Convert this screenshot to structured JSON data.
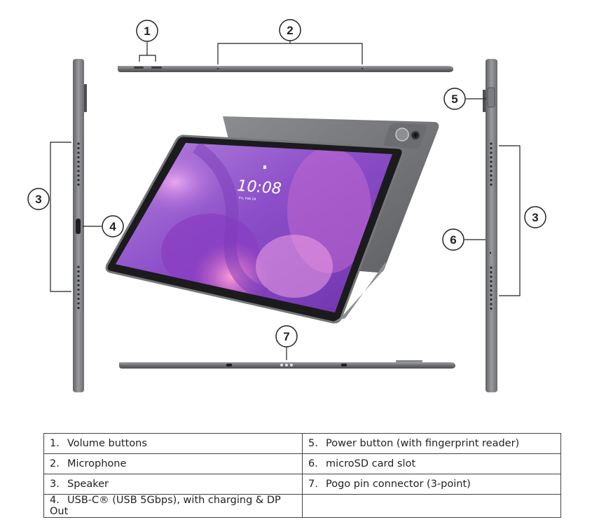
{
  "callouts": [
    "1",
    "2",
    "3",
    "4",
    "5",
    "6",
    "7"
  ],
  "lock_screen": {
    "time": "10:08",
    "date": "Fri, Feb 24"
  },
  "legend": [
    [
      {
        "num": "1.",
        "text": "Volume buttons"
      },
      {
        "num": "5.",
        "text": "Power button (with fingerprint reader)"
      }
    ],
    [
      {
        "num": "2.",
        "text": "Microphone"
      },
      {
        "num": "6.",
        "text": "microSD card slot"
      }
    ],
    [
      {
        "num": "3.",
        "text": "Speaker"
      },
      {
        "num": "7.",
        "text": "Pogo pin connector (3-point)"
      }
    ],
    [
      {
        "num": "4.",
        "text": "USB-C® (USB 5Gbps), with charging & DP Out"
      },
      {
        "num": "",
        "text": ""
      }
    ]
  ]
}
